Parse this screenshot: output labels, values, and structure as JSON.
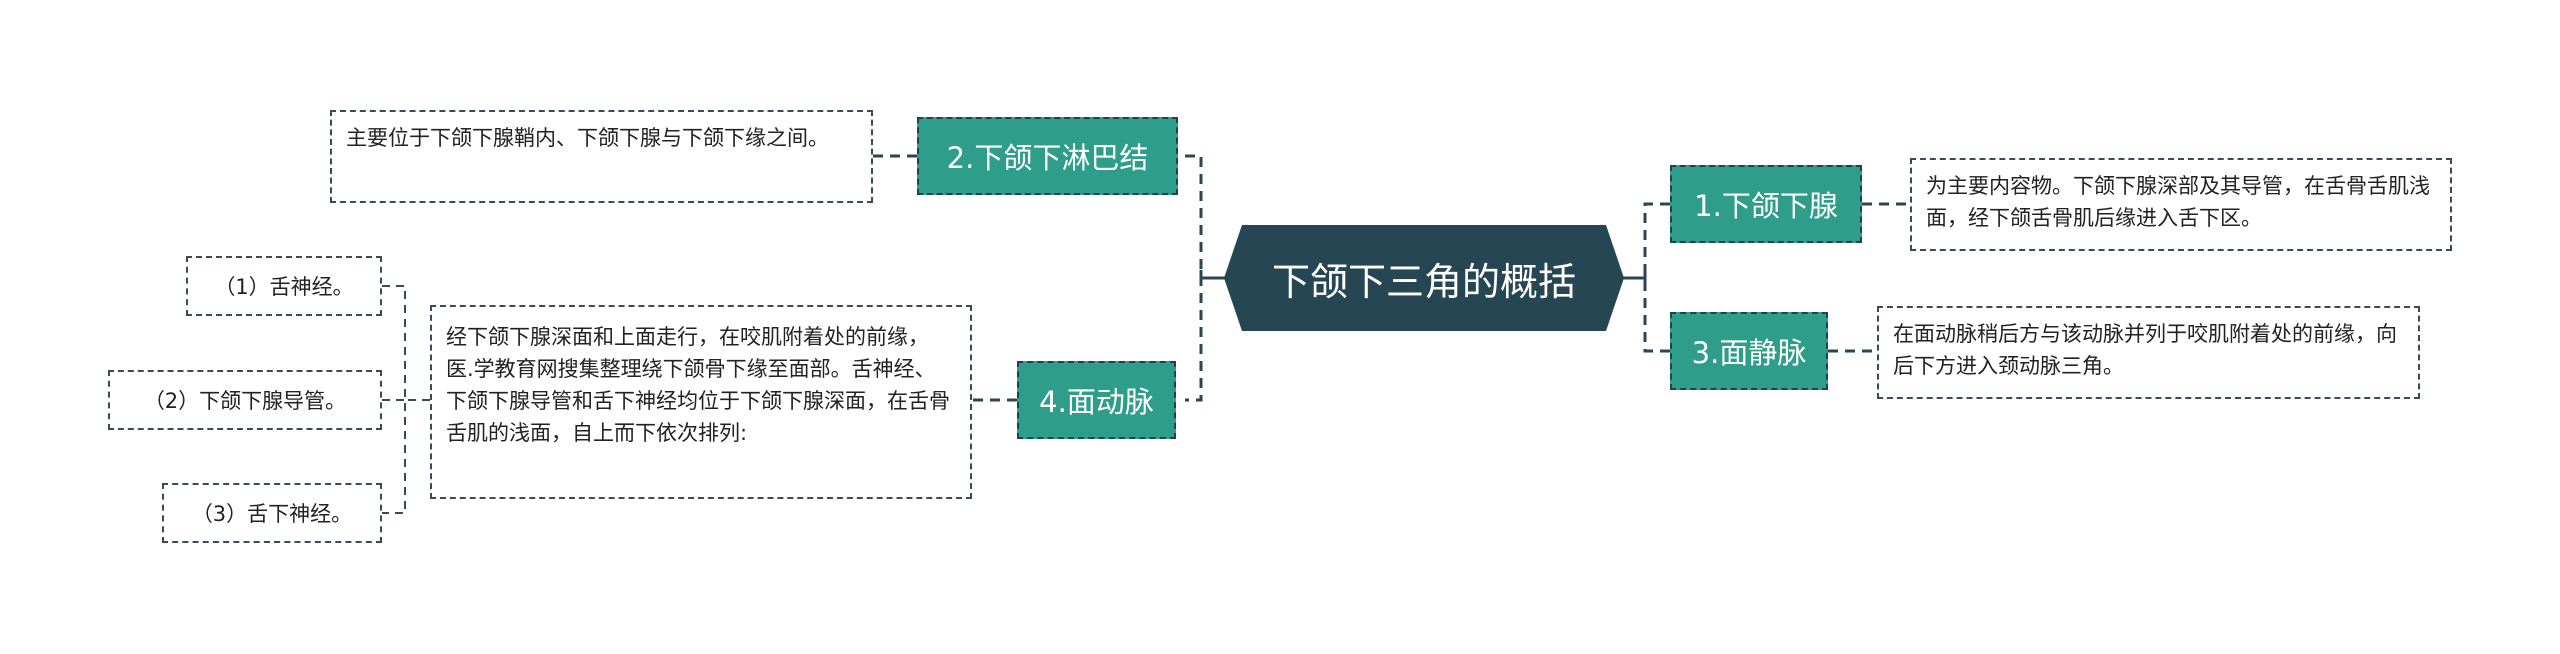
{
  "colors": {
    "root_fill": "#264653",
    "topic_fill": "#2e9e8a",
    "topic_border": "#23404f",
    "line": "#2b4552",
    "text_dark": "#222222"
  },
  "root": {
    "label": "下颌下三角的概括"
  },
  "topics": [
    {
      "id": "t1",
      "label": "1.下颌下腺",
      "side": "right",
      "description": "为主要内容物。下颌下腺深部及其导管，在舌骨舌肌浅面，经下颌舌骨肌后缘进入舌下区。"
    },
    {
      "id": "t2",
      "label": "2.下颌下淋巴结",
      "side": "left",
      "description": "主要位于下颌下腺鞘内、下颌下腺与下颌下缘之间。"
    },
    {
      "id": "t3",
      "label": "3.面静脉",
      "side": "right",
      "description": "在面动脉稍后方与该动脉并列于咬肌附着处的前缘，向后下方进入颈动脉三角。"
    },
    {
      "id": "t4",
      "label": "4.面动脉",
      "side": "left",
      "description": "经下颌下腺深面和上面走行，在咬肌附着处的前缘，医.学教育网搜集整理绕下颌骨下缘至面部。舌神经、下颌下腺导管和舌下神经均位于下颌下腺深面，在舌骨舌肌的浅面，自上而下依次排列:",
      "children": [
        {
          "label": "（1）舌神经。"
        },
        {
          "label": "（2）下颌下腺导管。"
        },
        {
          "label": "（3）舌下神经。"
        }
      ]
    }
  ]
}
